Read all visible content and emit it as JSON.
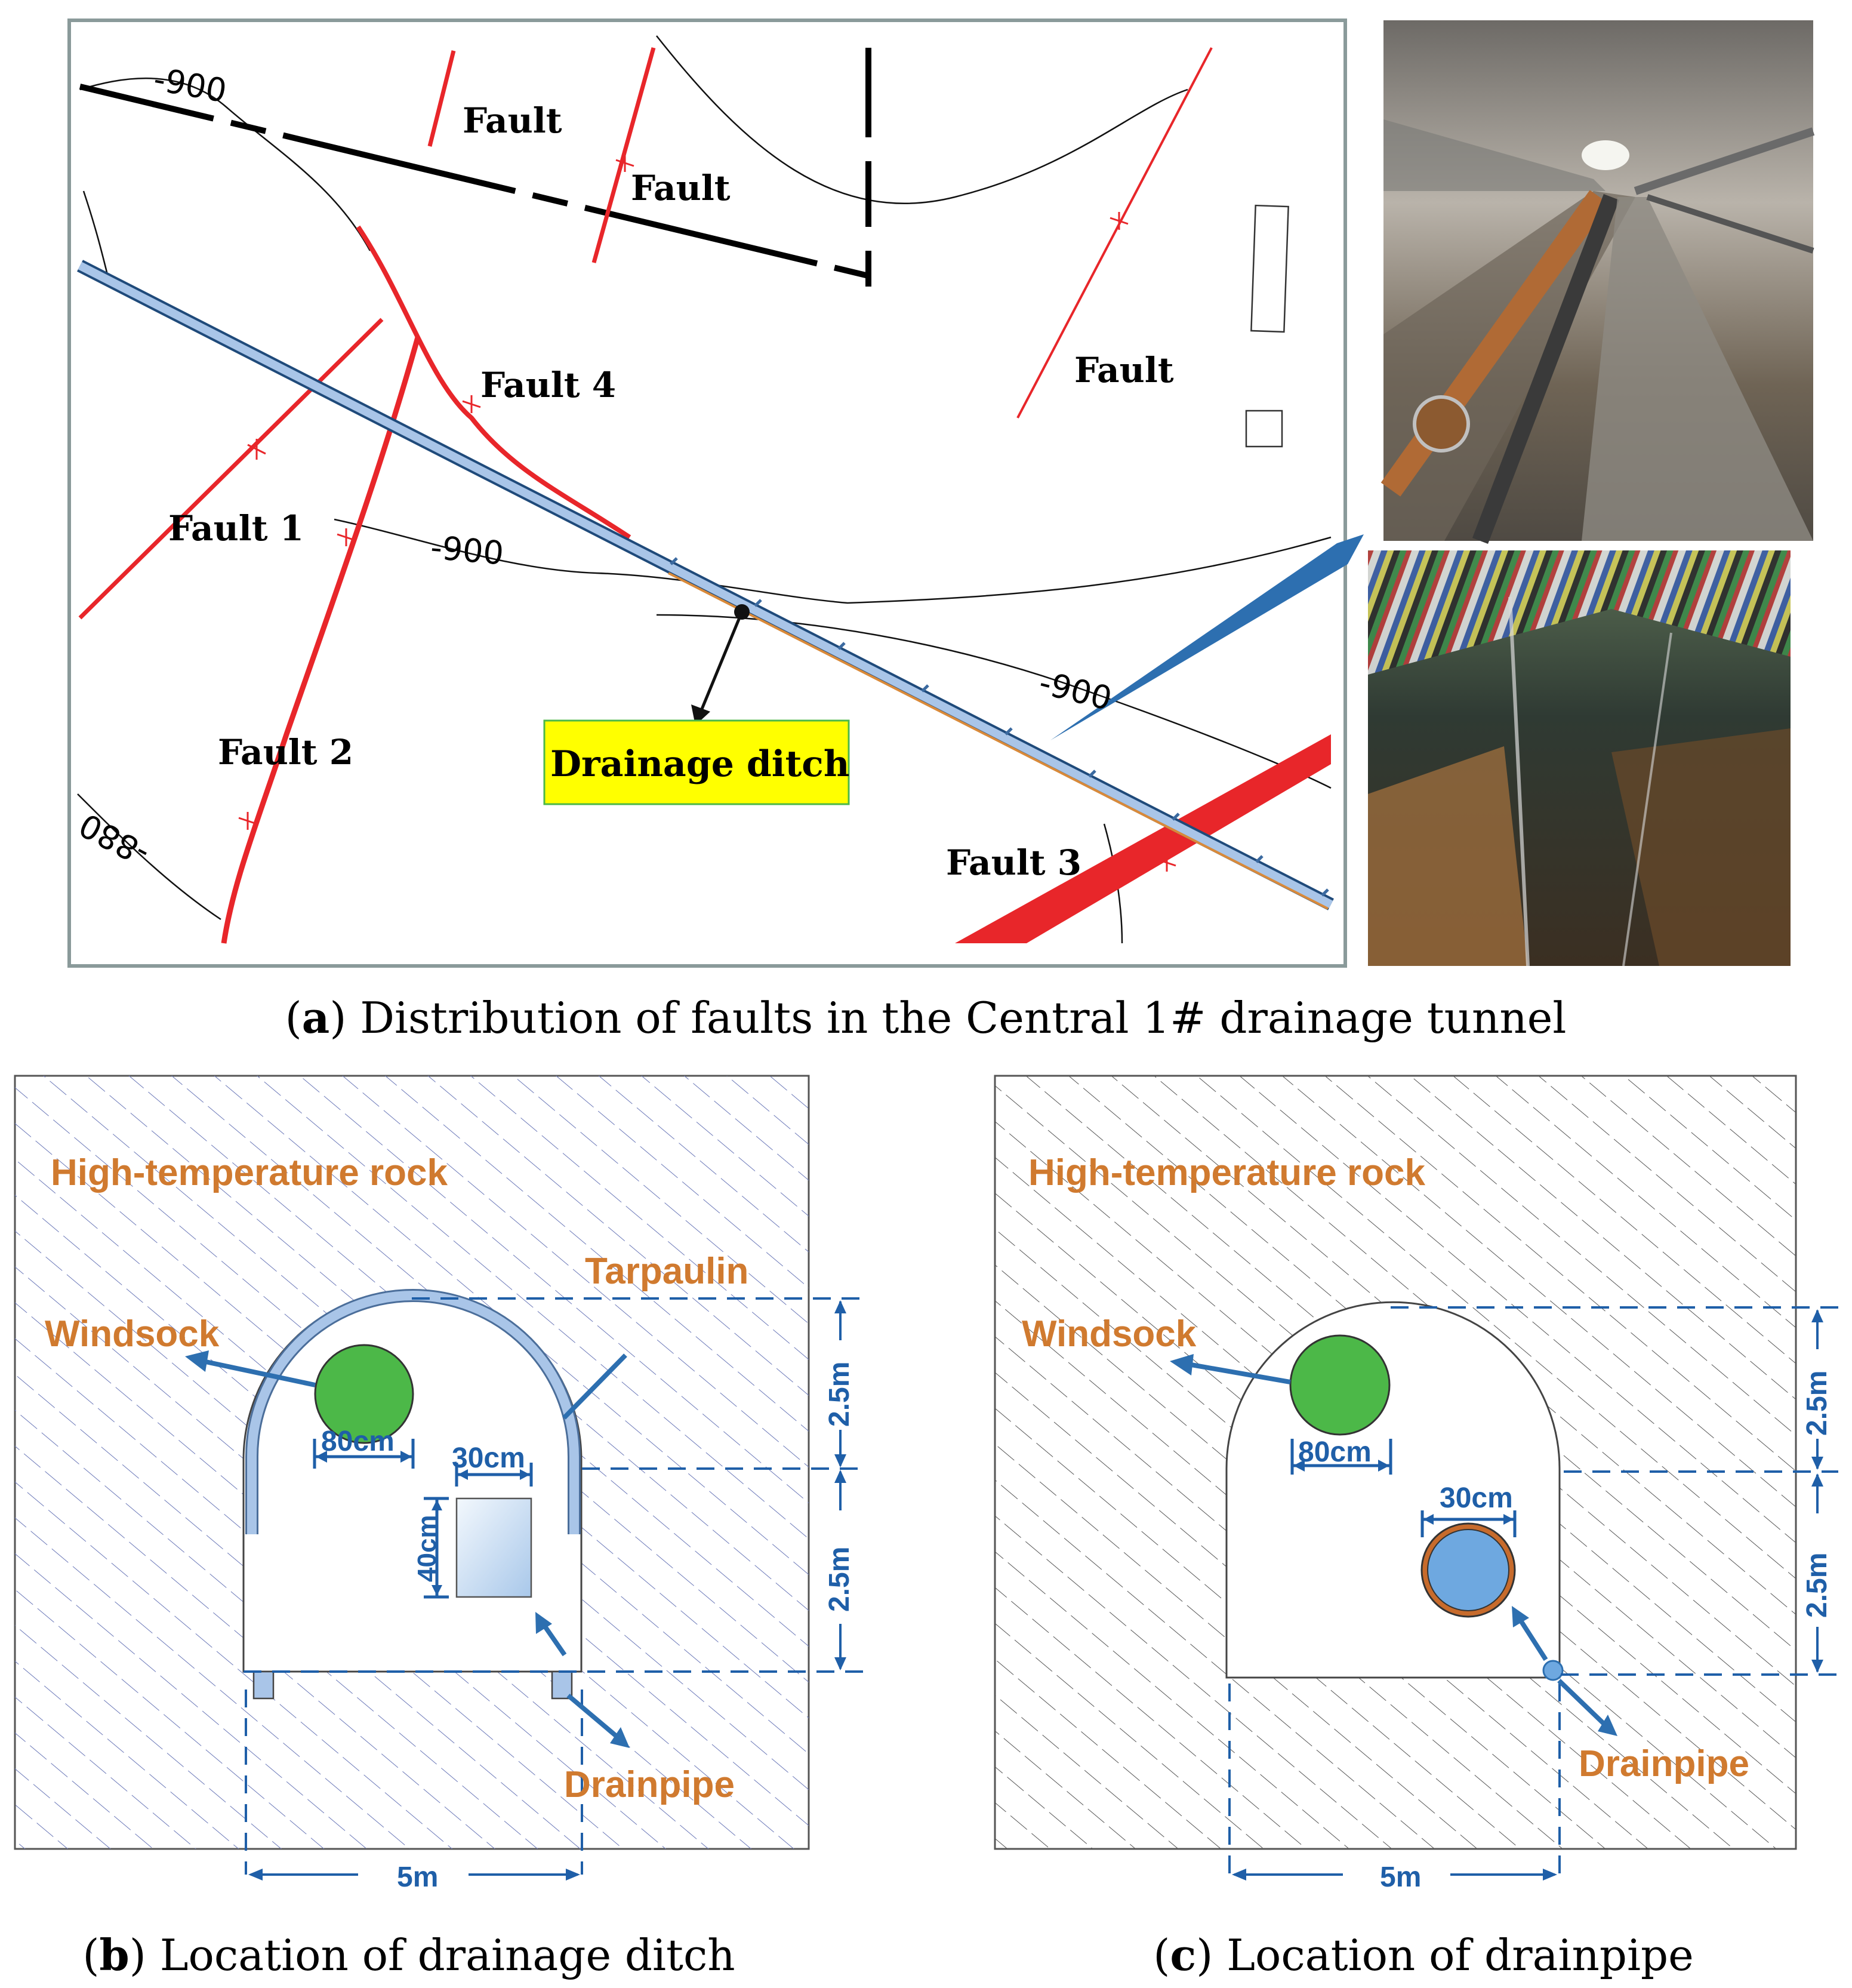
{
  "panel_a": {
    "faults": {
      "f_top1": "Fault",
      "f_top2": "Fault",
      "f_right": "Fault",
      "f4": "Fault 4",
      "f1": "Fault 1",
      "f2": "Fault 2",
      "f3": "Fault 3"
    },
    "contours": {
      "c1": "-900",
      "c2": "-900",
      "c3": "-900",
      "c4": "-880"
    },
    "ditch_label": "Drainage ditch",
    "caption_letter": "a",
    "caption_text": " Distribution of faults in the Central 1# drainage tunnel"
  },
  "panel_b": {
    "rock_label": "High-temperature rock",
    "windsock_label": "Windsock",
    "tarpaulin_label": "Tarpaulin",
    "drainpipe_label": "Drainpipe",
    "dim_80": "80cm",
    "dim_30": "30cm",
    "dim_40": "40cm",
    "dim_25_top": "2.5m",
    "dim_25_bot": "2.5m",
    "dim_5": "5m",
    "caption_letter": "b",
    "caption_text": " Location of drainage ditch"
  },
  "panel_c": {
    "rock_label": "High-temperature rock",
    "windsock_label": "Windsock",
    "drainpipe_label": "Drainpipe",
    "dim_80": "80cm",
    "dim_30": "30cm",
    "dim_25_top": "2.5m",
    "dim_25_bot": "2.5m",
    "dim_5": "5m",
    "caption_letter": "c",
    "caption_text": " Location of drainpipe"
  },
  "colors": {
    "fault_red": "#e8262a",
    "tunnel_blue": "#a9c5e8",
    "dim_blue": "#1f5fa8",
    "orange": "#d07a2f",
    "green": "#4cb848",
    "yellow": "#ffff00"
  }
}
